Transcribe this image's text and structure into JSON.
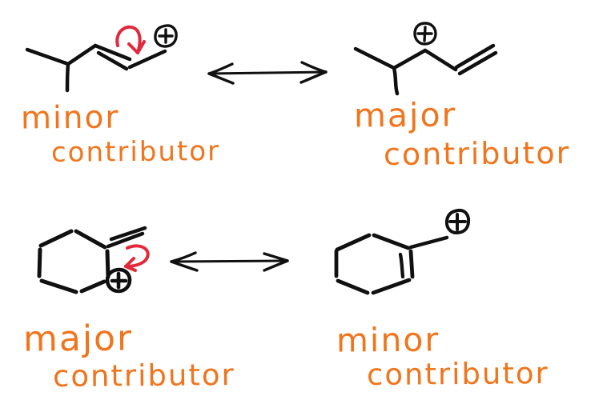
{
  "colors": {
    "background": "#FFFFFF",
    "ink": "#101010",
    "label_orange": "#F0751D",
    "arrow_red": "#E2293C"
  },
  "labels": {
    "top_left": {
      "line1": "minor",
      "line2": "contributor"
    },
    "top_right": {
      "line1": "major",
      "line2": "contributor"
    },
    "bottom_left": {
      "line1": "major",
      "line2": "contributor"
    },
    "bottom_right": {
      "line1": "minor",
      "line2": "contributor"
    }
  },
  "symbols": {
    "positive_charge": "+",
    "resonance_arrow": "double-headed arrow"
  },
  "figure": {
    "description": "hand-drawn resonance structure pairs of carbocations",
    "rows": [
      {
        "left_structure": "open-chain alkene with charge on end carbon, red curved arrow from double bond to cation",
        "relation": "resonance",
        "right_structure": "open-chain cation on internal carbon with terminal alkene"
      },
      {
        "left_structure": "cyclohexane ring with exocyclic double bond and ring cation, red curved arrow",
        "relation": "resonance",
        "right_structure": "cyclohexene ring with exocyclic CH2 cation"
      }
    ]
  }
}
